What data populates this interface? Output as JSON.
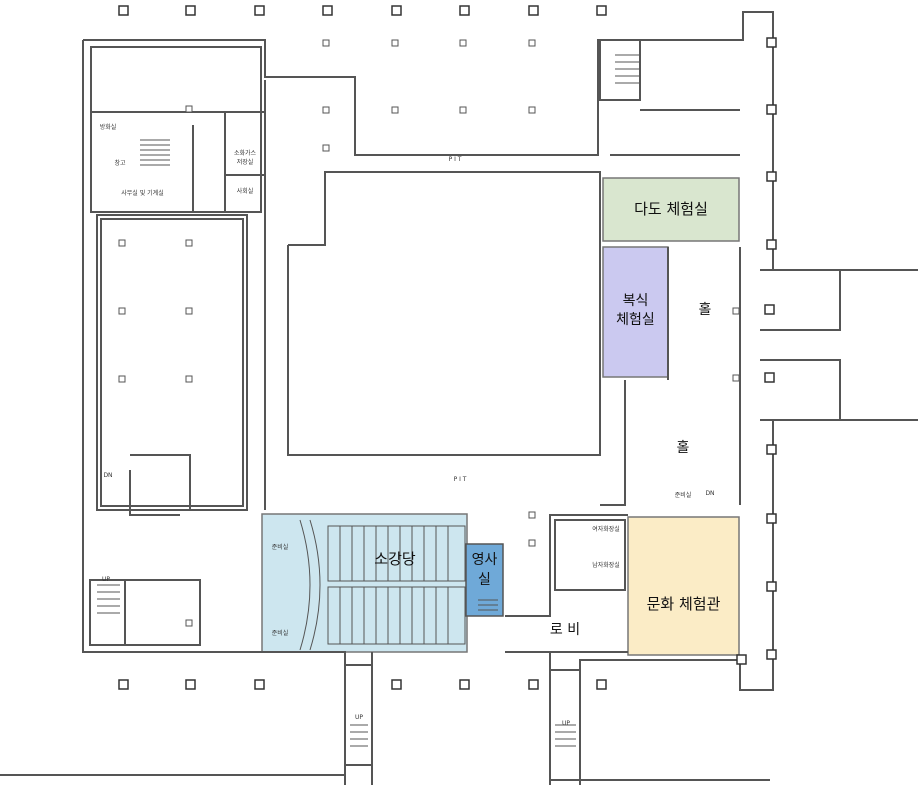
{
  "rooms": {
    "dado": "다도 체험실",
    "boksik_1": "복식",
    "boksik_2": "체험실",
    "hall_1": "홀",
    "hall_2": "홀",
    "sogangdang": "소강당",
    "yeongsa_1": "영사",
    "yeongsa_2": "실",
    "munhwa": "문화 체험관",
    "lobby": "로 비"
  },
  "small_labels": {
    "pit_top": "P I T",
    "pit_mid": "P I T",
    "office_top": "방화실",
    "office_mid": "창고",
    "office_bottom": "사무실 및 기계실",
    "fire_1": "소화가스",
    "fire_2": "저장실",
    "jangbi": "사회실",
    "up_left": "UP",
    "up_bottom_1": "UP",
    "up_bottom_2": "UP",
    "dn_left": "DN",
    "dn_right": "DN",
    "storage_1": "준비실",
    "storage_2": "준비실",
    "toilet_m": "여자화장실",
    "toilet_f": "남자화장실",
    "hall_small": "준비실"
  },
  "colors": {
    "dado": "#d9e6cf",
    "boksik": "#cbc9f0",
    "sogangdang": "#cde6ef",
    "yeongsa": "#6fa9d8",
    "munhwa": "#fbecc6",
    "wall": "#555555"
  }
}
